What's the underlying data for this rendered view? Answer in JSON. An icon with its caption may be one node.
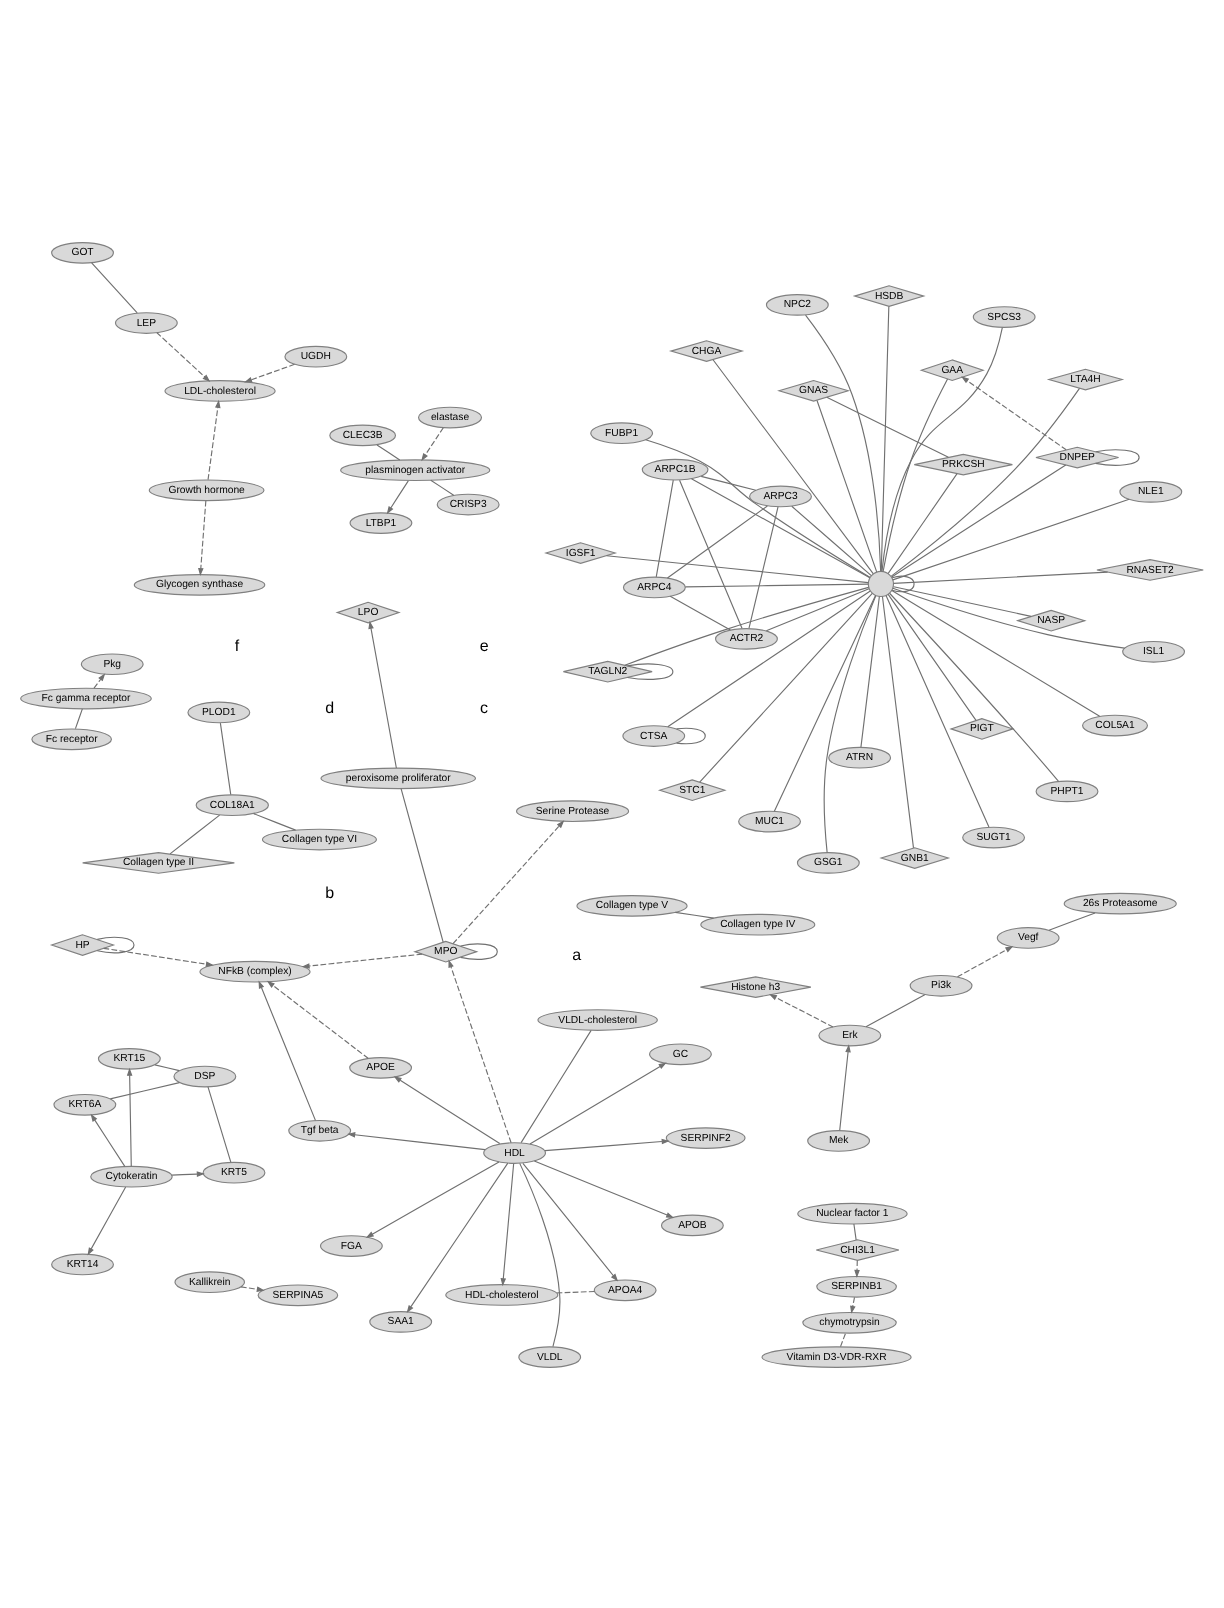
{
  "diagram": {
    "nodes": [
      {
        "text": [],
        "shape": "circle"
      },
      {
        "text": [
          "RNASET2"
        ]
      },
      {
        "text": [
          "GSG1"
        ]
      },
      {
        "text": [
          "CHGA"
        ]
      },
      {
        "text": [
          "NASP"
        ]
      },
      {
        "text": [
          "IGSF1"
        ]
      },
      {
        "text": [
          "CTSA"
        ]
      },
      {
        "text": [
          "COL5A1"
        ]
      },
      {
        "text": [
          "MUC1"
        ]
      },
      {
        "text": [
          "SUGT1"
        ]
      },
      {
        "text": [
          "ATRN"
        ]
      },
      {
        "text": [
          "TAGLN2"
        ]
      },
      {
        "text": [
          "PRKCSH"
        ]
      },
      {
        "text": [
          "NLE1"
        ]
      },
      {
        "text": [
          "HSDB"
        ]
      },
      {
        "text": [
          "PIGT"
        ]
      },
      {
        "text": [
          "PHPT1"
        ]
      },
      {
        "text": [
          "FUBP1"
        ]
      },
      {
        "text": [
          "GNAS"
        ]
      },
      {
        "text": [
          "ARPC1B"
        ]
      },
      {
        "text": [
          "ACTR2"
        ]
      },
      {
        "text": [
          "ARPC4"
        ]
      },
      {
        "text": [
          "ARPC3"
        ]
      },
      {
        "text": [
          "LTA4H"
        ]
      },
      {
        "text": [
          "NPC2"
        ]
      },
      {
        "text": [
          "GNB1"
        ]
      },
      {
        "text": [
          "DNPEP"
        ]
      },
      {
        "text": [
          "GAA"
        ]
      },
      {
        "text": [
          "STC1"
        ]
      },
      {
        "text": [
          "ISL1"
        ]
      },
      {
        "text": [
          "SPCS3"
        ]
      },
      {
        "text": [
          "NFkB (complex)"
        ]
      },
      {
        "text": [
          "HDL"
        ]
      },
      {
        "text": [
          "VLDL"
        ]
      },
      {
        "text": [
          "Tgf beta"
        ]
      },
      {
        "text": [
          "APOE"
        ]
      },
      {
        "text": [
          "LPO"
        ]
      },
      {
        "text": [
          "HDL-cholesterol"
        ]
      },
      {
        "text": [
          "SERPINF2"
        ]
      },
      {
        "text": [
          "SAA1"
        ]
      },
      {
        "text": [
          "APOA4"
        ]
      },
      {
        "text": [
          "APOB"
        ]
      },
      {
        "text": [
          "FGA"
        ]
      },
      {
        "text": [
          "GC"
        ]
      },
      {
        "text": [
          "VLDL-cholesterol"
        ]
      },
      {
        "text": [
          "Serine Protease"
        ]
      },
      {
        "text": [
          "HP"
        ]
      },
      {
        "text": [
          "MPO"
        ]
      },
      {
        "text": [
          "peroxisome proliferator"
        ]
      },
      {
        "text": [
          "LDL-cholesterol"
        ]
      },
      {
        "text": [
          "Growth hormone"
        ]
      },
      {
        "text": [
          "Glycogen synthase"
        ]
      },
      {
        "text": [
          "GOT"
        ]
      },
      {
        "text": [
          "UGDH"
        ]
      },
      {
        "text": [
          "LEP"
        ]
      },
      {
        "text": [
          "Cytokeratin"
        ]
      },
      {
        "text": [
          "KRT5"
        ]
      },
      {
        "text": [
          "KRT14"
        ]
      },
      {
        "text": [
          "KRT15"
        ]
      },
      {
        "text": [
          "DSP"
        ]
      },
      {
        "text": [
          "KRT6A"
        ]
      },
      {
        "text": [
          "Nuclear factor 1"
        ]
      },
      {
        "text": [
          "SERPINB1"
        ]
      },
      {
        "text": [
          "chymotrypsin"
        ]
      },
      {
        "text": [
          "Vitamin D3-VDR-RXR"
        ]
      },
      {
        "text": [
          "plasminogen activator"
        ]
      },
      {
        "text": [
          "CRISP3"
        ]
      },
      {
        "text": [
          "LTBP1"
        ]
      },
      {
        "text": [
          "CLEC3B"
        ]
      },
      {
        "text": [
          "elastase"
        ]
      },
      {
        "text": [
          "CHI3L1"
        ]
      },
      {
        "text": [
          "Collagen type II"
        ]
      },
      {
        "text": [
          "Collagen type V"
        ]
      },
      {
        "text": [
          "Collagen type VI"
        ]
      },
      {
        "text": [
          "Collagen type IV"
        ]
      },
      {
        "text": [
          "COL18A1"
        ]
      },
      {
        "text": [
          "Fc gamma receptor"
        ]
      },
      {
        "text": [
          "Kallikrein"
        ]
      },
      {
        "text": [
          "SERPINA5"
        ]
      },
      {
        "text": [
          "Pkg"
        ]
      },
      {
        "text": [
          "Fc receptor"
        ]
      },
      {
        "text": [
          "PLOD1"
        ]
      },
      {
        "text": [
          "Histone h3"
        ]
      },
      {
        "text": [
          "26s Proteasome"
        ]
      },
      {
        "text": [
          "Mek"
        ]
      },
      {
        "text": [
          "Pi3k"
        ]
      },
      {
        "text": [
          "Vegf"
        ]
      },
      {
        "text": [
          "Erk"
        ]
      }
    ],
    "edges": [
      {
        "from": 0,
        "to": 0,
        "arrow": "none"
      },
      {
        "from": 0,
        "to": 1,
        "arrow": "none"
      },
      {
        "from": 0,
        "to": 2,
        "arrow": "none"
      },
      {
        "from": 0,
        "to": 3,
        "arrow": "none"
      },
      {
        "from": 0,
        "to": 4,
        "arrow": "none"
      },
      {
        "from": 0,
        "to": 5,
        "arrow": "none"
      },
      {
        "from": 0,
        "to": 6,
        "arrow": "none"
      },
      {
        "from": 0,
        "to": 7,
        "arrow": "none"
      },
      {
        "from": 0,
        "to": 8,
        "arrow": "none"
      },
      {
        "from": 0,
        "to": 9,
        "arrow": "none"
      },
      {
        "from": 0,
        "to": 10,
        "arrow": "none"
      },
      {
        "from": 0,
        "to": 11,
        "arrow": "none"
      },
      {
        "from": 0,
        "to": 12,
        "arrow": "none"
      },
      {
        "from": 0,
        "to": 13,
        "arrow": "none"
      },
      {
        "from": 0,
        "to": 14,
        "arrow": "none"
      },
      {
        "from": 0,
        "to": 15,
        "arrow": "none"
      },
      {
        "from": 0,
        "to": 16,
        "arrow": "none"
      },
      {
        "from": 0,
        "to": 17,
        "arrow": "none"
      },
      {
        "from": 0,
        "to": 18,
        "arrow": "none"
      },
      {
        "from": 0,
        "to": 19,
        "arrow": "none"
      },
      {
        "from": 0,
        "to": 20,
        "arrow": "none"
      },
      {
        "from": 0,
        "to": 21,
        "arrow": "none"
      },
      {
        "from": 0,
        "to": 22,
        "arrow": "none"
      },
      {
        "from": 0,
        "to": 23,
        "arrow": "none"
      },
      {
        "from": 0,
        "to": 24,
        "arrow": "none"
      },
      {
        "from": 0,
        "to": 25,
        "arrow": "none"
      },
      {
        "from": 0,
        "to": 26,
        "arrow": "none"
      },
      {
        "from": 0,
        "to": 27,
        "arrow": "none"
      },
      {
        "from": 0,
        "to": 28,
        "arrow": "none"
      },
      {
        "from": 0,
        "to": 29,
        "arrow": "none"
      },
      {
        "from": 0,
        "to": 30,
        "arrow": "none"
      },
      {
        "from": 6,
        "to": 6,
        "arrow": "none"
      },
      {
        "from": 11,
        "to": 11,
        "arrow": "none"
      },
      {
        "from": 26,
        "to": 26,
        "arrow": "none"
      },
      {
        "from": 26,
        "to": 27,
        "arrow": "to",
        "style": "dashed"
      },
      {
        "from": 12,
        "to": 18,
        "arrow": "none"
      },
      {
        "from": 19,
        "to": 20,
        "arrow": "none"
      },
      {
        "from": 19,
        "to": 21,
        "arrow": "none"
      },
      {
        "from": 19,
        "to": 22,
        "arrow": "none"
      },
      {
        "from": 20,
        "to": 21,
        "arrow": "none"
      },
      {
        "from": 20,
        "to": 22,
        "arrow": "none"
      },
      {
        "from": 21,
        "to": 22,
        "arrow": "none"
      },
      {
        "from": 32,
        "to": 33,
        "arrow": "none"
      },
      {
        "from": 32,
        "to": 34,
        "arrow": "to"
      },
      {
        "from": 32,
        "to": 35,
        "arrow": "to"
      },
      {
        "from": 32,
        "to": 37,
        "arrow": "to"
      },
      {
        "from": 32,
        "to": 38,
        "arrow": "to"
      },
      {
        "from": 32,
        "to": 39,
        "arrow": "to"
      },
      {
        "from": 32,
        "to": 40,
        "arrow": "to"
      },
      {
        "from": 32,
        "to": 41,
        "arrow": "to"
      },
      {
        "from": 32,
        "to": 42,
        "arrow": "to"
      },
      {
        "from": 32,
        "to": 43,
        "arrow": "to"
      },
      {
        "from": 32,
        "to": 44,
        "arrow": "none"
      },
      {
        "from": 32,
        "to": 47,
        "arrow": "to",
        "style": "dashed"
      },
      {
        "from": 34,
        "to": 31,
        "arrow": "to"
      },
      {
        "from": 35,
        "to": 31,
        "arrow": "to",
        "style": "dashed"
      },
      {
        "from": 46,
        "to": 31,
        "arrow": "to",
        "style": "dashed"
      },
      {
        "from": 47,
        "to": 31,
        "arrow": "to",
        "style": "dashed"
      },
      {
        "from": 47,
        "to": 45,
        "arrow": "to",
        "style": "dashed"
      },
      {
        "from": 48,
        "to": 36,
        "arrow": "to"
      },
      {
        "from": 48,
        "to": 47,
        "arrow": "none"
      },
      {
        "from": 40,
        "to": 37,
        "arrow": "none",
        "style": "dashed"
      },
      {
        "from": 46,
        "to": 46,
        "arrow": "none"
      },
      {
        "from": 47,
        "to": 47,
        "arrow": "none"
      },
      {
        "from": 50,
        "to": 51,
        "arrow": "to",
        "style": "dashed"
      },
      {
        "from": 50,
        "to": 49,
        "arrow": "to",
        "style": "dashed"
      },
      {
        "from": 54,
        "to": 49,
        "arrow": "to",
        "style": "dashed"
      },
      {
        "from": 54,
        "to": 52,
        "arrow": "none"
      },
      {
        "from": 53,
        "to": 49,
        "arrow": "to",
        "style": "dashed"
      },
      {
        "from": 55,
        "to": 56,
        "arrow": "to"
      },
      {
        "from": 55,
        "to": 57,
        "arrow": "to"
      },
      {
        "from": 55,
        "to": 58,
        "arrow": "to"
      },
      {
        "from": 55,
        "to": 60,
        "arrow": "to"
      },
      {
        "from": 59,
        "to": 56,
        "arrow": "none"
      },
      {
        "from": 59,
        "to": 60,
        "arrow": "none"
      },
      {
        "from": 59,
        "to": 58,
        "arrow": "none"
      },
      {
        "from": 61,
        "to": 70,
        "arrow": "none"
      },
      {
        "from": 70,
        "to": 62,
        "arrow": "to",
        "style": "dashed"
      },
      {
        "from": 62,
        "to": 63,
        "arrow": "to",
        "style": "dashed"
      },
      {
        "from": 64,
        "to": 63,
        "arrow": "none",
        "style": "dashed"
      },
      {
        "from": 65,
        "to": 67,
        "arrow": "to"
      },
      {
        "from": 66,
        "to": 65,
        "arrow": "none"
      },
      {
        "from": 68,
        "to": 65,
        "arrow": "none"
      },
      {
        "from": 69,
        "to": 65,
        "arrow": "to",
        "style": "dashed"
      },
      {
        "from": 71,
        "to": 75,
        "arrow": "none"
      },
      {
        "from": 73,
        "to": 75,
        "arrow": "none"
      },
      {
        "from": 72,
        "to": 74,
        "arrow": "none"
      },
      {
        "from": 81,
        "to": 75,
        "arrow": "none"
      },
      {
        "from": 77,
        "to": 78,
        "arrow": "to",
        "style": "dashed"
      },
      {
        "from": 76,
        "to": 79,
        "arrow": "to",
        "style": "dashed"
      },
      {
        "from": 76,
        "to": 80,
        "arrow": "none"
      },
      {
        "from": 84,
        "to": 87,
        "arrow": "to"
      },
      {
        "from": 85,
        "to": 86,
        "arrow": "to",
        "style": "dashed"
      },
      {
        "from": 87,
        "to": 82,
        "arrow": "to",
        "style": "dashed"
      },
      {
        "from": 83,
        "to": 86,
        "arrow": "none"
      },
      {
        "from": 85,
        "to": 87,
        "arrow": "none"
      }
    ],
    "labels": [
      "a",
      "b",
      "c",
      "d",
      "e",
      "f"
    ]
  }
}
